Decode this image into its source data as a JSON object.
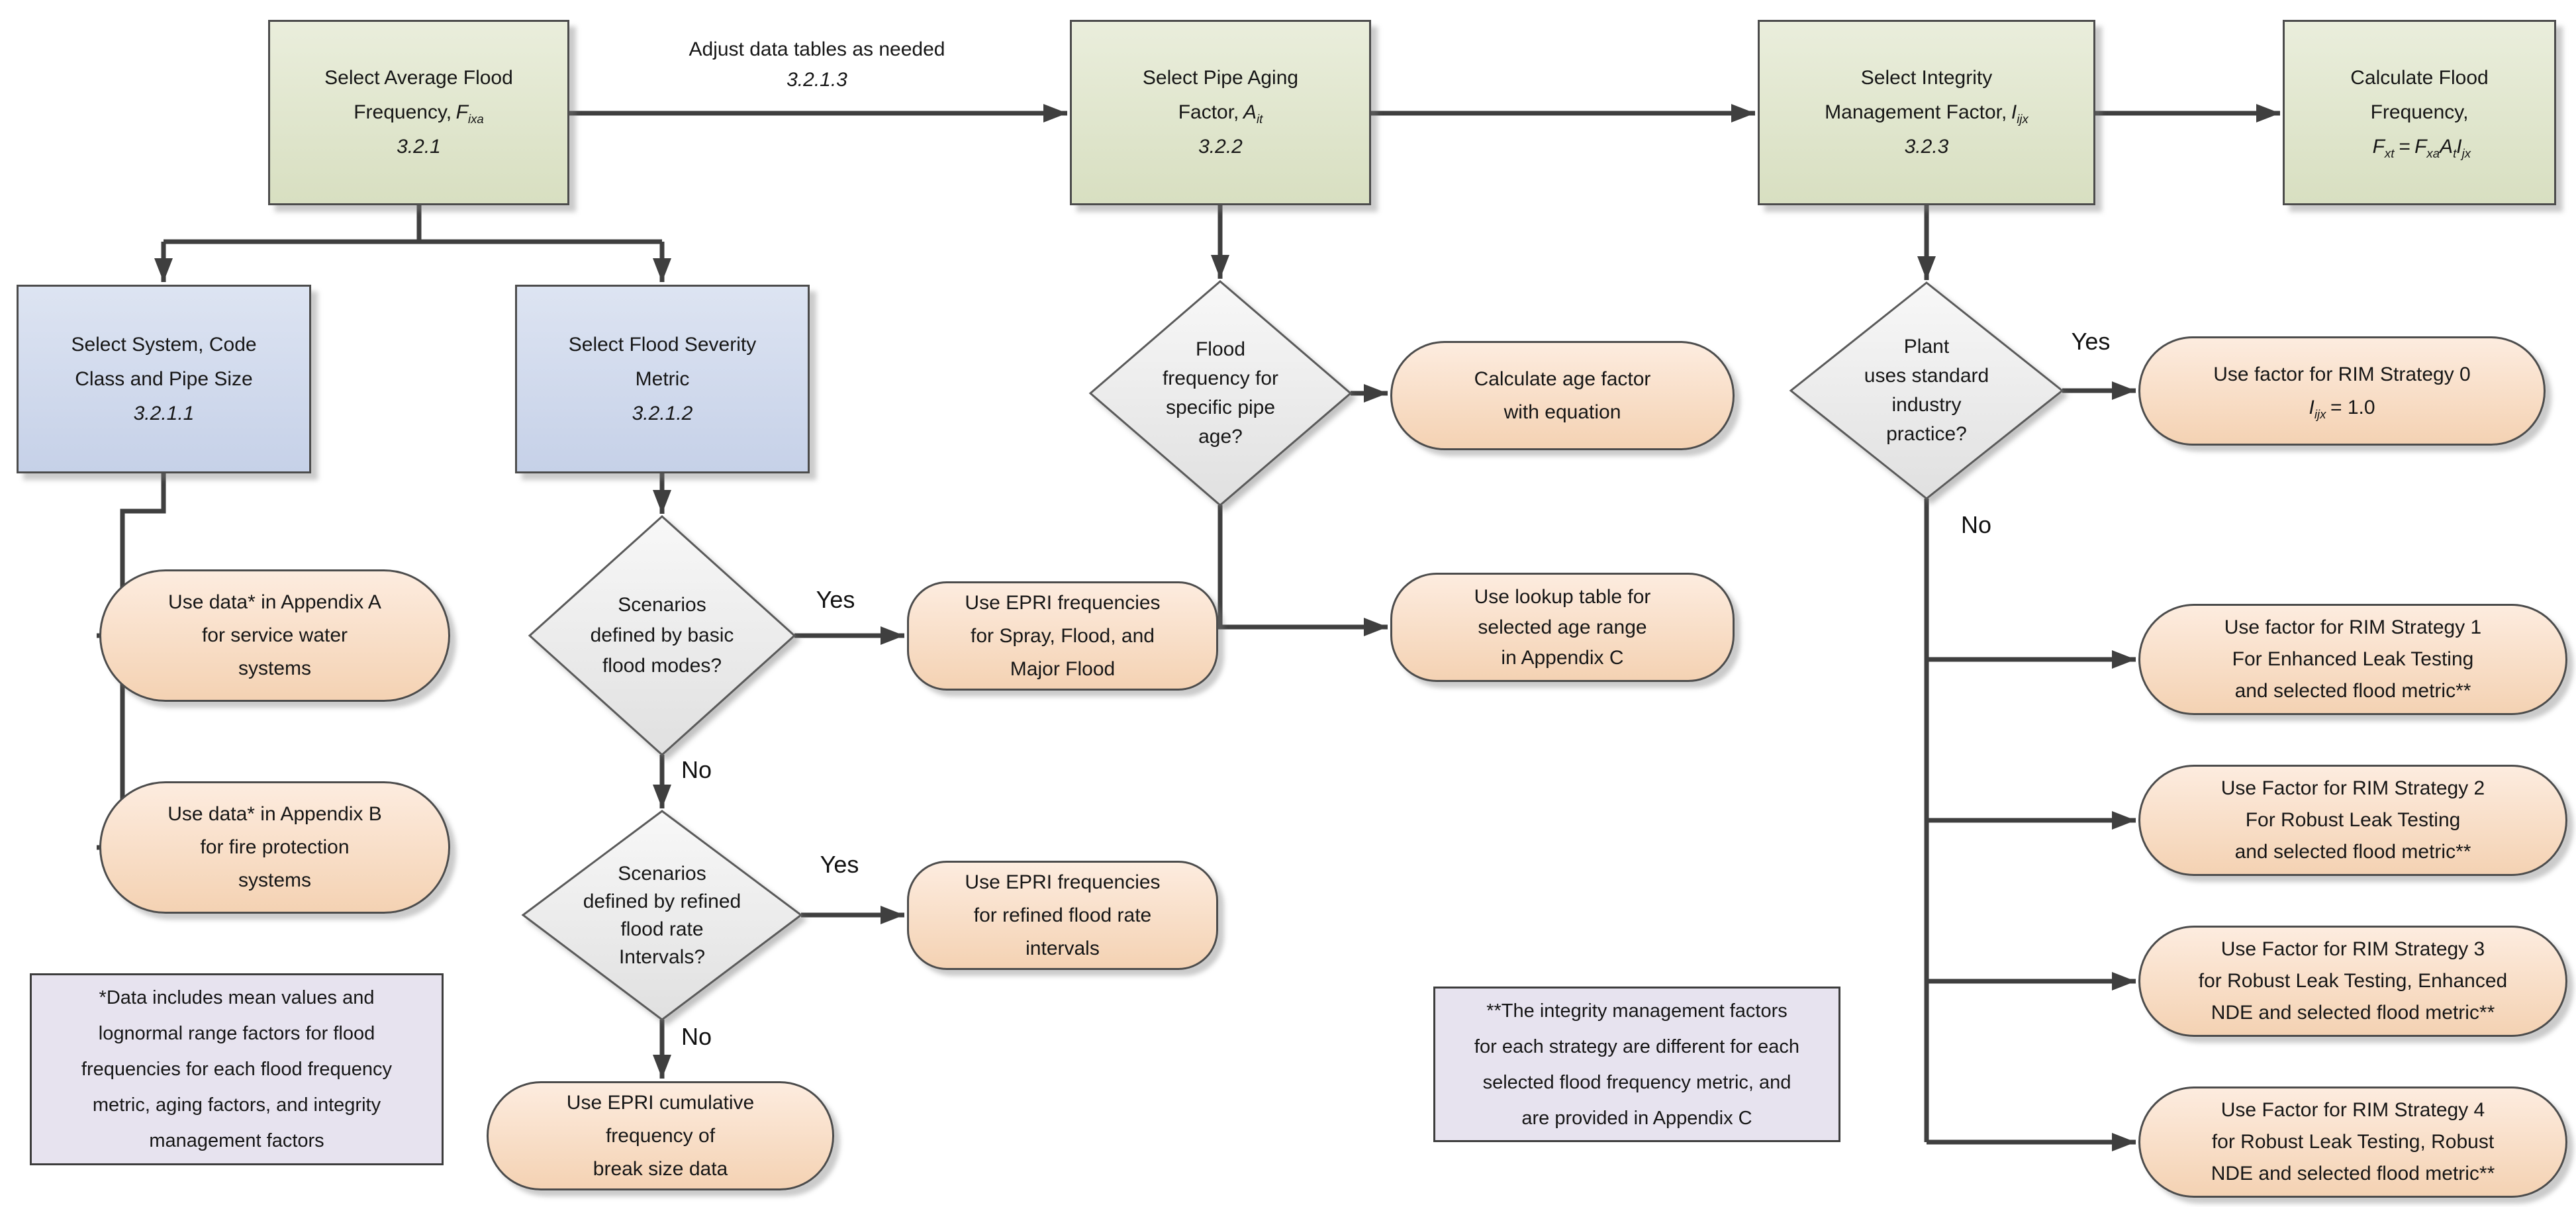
{
  "labels": {
    "yes": "Yes",
    "no": "No"
  },
  "colors": {
    "green_box": "#dfe5cc",
    "blue_box": "#cfd8ea",
    "orange_box": "#f8ddc4",
    "diamond": "#ededed",
    "note_box": "#e7e3ef",
    "line": "#3f3f3f"
  },
  "annotation": {
    "text": "Adjust data tables as needed",
    "ref": "3.2.1.3"
  },
  "green": {
    "g1": {
      "line1": "Select Average Flood",
      "line2": "Frequency,",
      "var": "F",
      "sub": "ixa",
      "ref": "3.2.1"
    },
    "g2": {
      "line1": "Select Pipe Aging",
      "line2": "Factor,",
      "var": "A",
      "sub": "it",
      "ref": "3.2.2"
    },
    "g3": {
      "line1": "Select Integrity",
      "line2": "Management Factor,",
      "var": "I",
      "sub": "ijx",
      "ref": "3.2.3"
    },
    "g4": {
      "line1": "Calculate Flood",
      "line2": "Frequency,",
      "formula": {
        "v1": "F",
        "s1": "xt",
        "eq": "=",
        "v2": "F",
        "s2": "xa",
        "v3": "A",
        "s3": "t",
        "v4": "I",
        "s4": "jx"
      }
    }
  },
  "process": {
    "system": {
      "lines": [
        "Select System, Code",
        "Class and Pipe Size"
      ],
      "ref": "3.2.1.1"
    },
    "severity": {
      "lines": [
        "Select Flood Severity",
        "Metric"
      ],
      "ref": "3.2.1.2"
    }
  },
  "decisions": {
    "basic_modes": {
      "lines": [
        "Scenarios",
        "defined by basic",
        "flood modes?"
      ]
    },
    "refined_intervals": {
      "lines": [
        "Scenarios",
        "defined by refined",
        "flood rate",
        "Intervals?"
      ]
    },
    "pipe_age": {
      "lines": [
        "Flood",
        "frequency for",
        "specific pipe",
        "age?"
      ]
    },
    "industry_practice": {
      "lines": [
        "Plant",
        "uses standard",
        "industry",
        "practice?"
      ]
    }
  },
  "outputs": {
    "appendix_a": {
      "lines": [
        "Use data* in Appendix A",
        "for service water",
        "systems"
      ]
    },
    "appendix_b": {
      "lines": [
        "Use data* in Appendix B",
        "for fire protection",
        "systems"
      ]
    },
    "epri_basic": {
      "lines": [
        "Use EPRI frequencies",
        "for Spray, Flood, and",
        "Major Flood"
      ]
    },
    "epri_refined": {
      "lines": [
        "Use EPRI frequencies",
        "for refined flood rate",
        "intervals"
      ]
    },
    "epri_cumulative": {
      "lines": [
        "Use EPRI cumulative",
        "frequency of",
        "break size data"
      ]
    },
    "age_equation": {
      "lines": [
        "Calculate age factor",
        "with equation"
      ]
    },
    "age_lookup": {
      "lines": [
        "Use lookup table for",
        "selected age range",
        "in Appendix C"
      ]
    },
    "rim0": {
      "line1": "Use factor for RIM Strategy 0",
      "var": "I",
      "sub": "ijx",
      "eq": "= 1.0"
    },
    "rim1": {
      "lines": [
        "Use factor for RIM Strategy 1",
        "For Enhanced Leak Testing",
        "and selected flood metric**"
      ]
    },
    "rim2": {
      "lines": [
        "Use Factor for RIM Strategy 2",
        "For Robust Leak Testing",
        "and selected flood metric**"
      ]
    },
    "rim3": {
      "lines": [
        "Use Factor for RIM Strategy 3",
        "for Robust Leak Testing, Enhanced",
        "NDE and selected flood metric**"
      ]
    },
    "rim4": {
      "lines": [
        "Use Factor for RIM Strategy 4",
        "for Robust Leak Testing, Robust",
        "NDE and selected flood metric**"
      ]
    }
  },
  "notes": {
    "data_note": {
      "lines": [
        "*Data includes mean values and",
        "lognormal range factors for flood",
        "frequencies for each flood frequency",
        "metric, aging factors, and integrity",
        "management factors"
      ]
    },
    "imf_note": {
      "lines": [
        "**The integrity management factors",
        "for each strategy are different for each",
        "selected flood frequency metric, and",
        "are provided in Appendix C"
      ]
    }
  }
}
